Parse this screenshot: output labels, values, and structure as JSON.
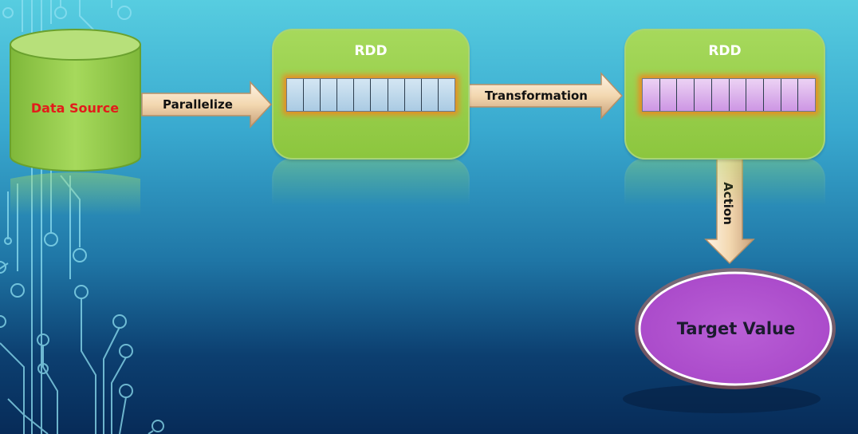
{
  "source": {
    "label": "Data Source"
  },
  "steps": {
    "parallelize": "Parallelize",
    "transformation": "Transformation",
    "action": "Action"
  },
  "rdd_1": {
    "title": "RDD",
    "partition_count": 10
  },
  "rdd_2": {
    "title": "RDD",
    "partition_count": 10
  },
  "result": {
    "label": "Target Value"
  },
  "colors": {
    "box_green": "#8cc63e",
    "partitions_blue": "#bcd8ec",
    "partitions_purple": "#dcb4ec",
    "glow_orange": "#ec8a22",
    "ellipse_purple": "#b052d0",
    "source_text_red": "#e31b1b"
  }
}
